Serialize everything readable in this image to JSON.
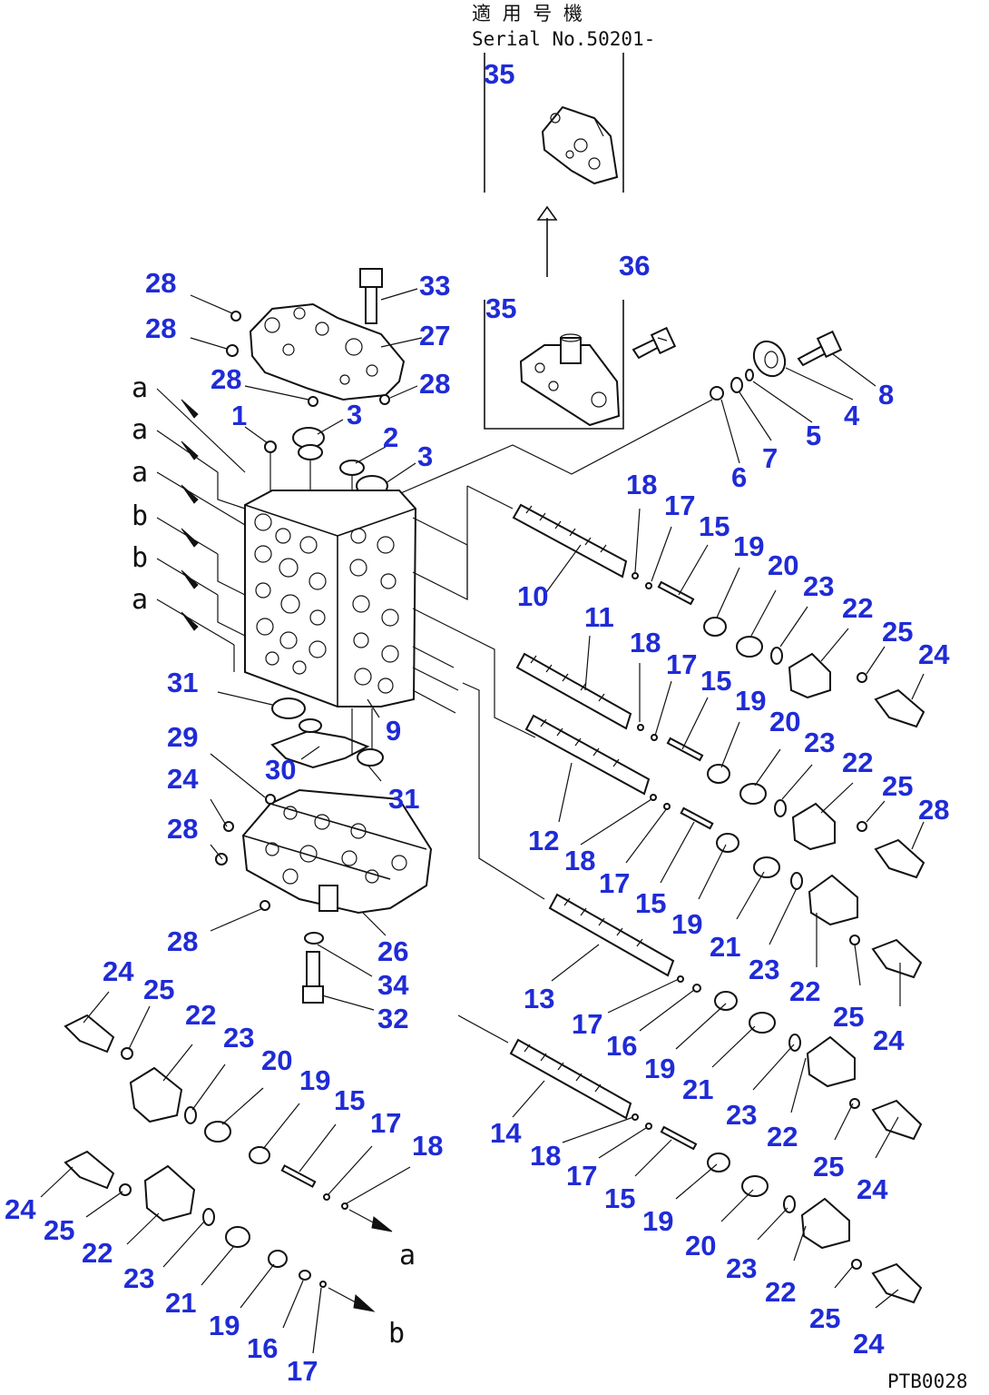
{
  "header": {
    "applicable_label": "適 用 号 機",
    "serial_label": "Serial No.50201-"
  },
  "footer": {
    "code": "PTB0028"
  },
  "section_letters": {
    "a": "a",
    "b": "b"
  },
  "callouts": [
    {
      "id": "c35t",
      "text": "35"
    },
    {
      "id": "c28a",
      "text": "28"
    },
    {
      "id": "c33",
      "text": "33"
    },
    {
      "id": "c35m",
      "text": "35"
    },
    {
      "id": "c36",
      "text": "36"
    },
    {
      "id": "c28b",
      "text": "28"
    },
    {
      "id": "c27",
      "text": "27"
    },
    {
      "id": "c8",
      "text": "8"
    },
    {
      "id": "c28c",
      "text": "28"
    },
    {
      "id": "c28d",
      "text": "28"
    },
    {
      "id": "c4",
      "text": "4"
    },
    {
      "id": "c1",
      "text": "1"
    },
    {
      "id": "c3a",
      "text": "3"
    },
    {
      "id": "c5",
      "text": "5"
    },
    {
      "id": "c2",
      "text": "2"
    },
    {
      "id": "c3b",
      "text": "3"
    },
    {
      "id": "c7",
      "text": "7"
    },
    {
      "id": "c6",
      "text": "6"
    },
    {
      "id": "c18a",
      "text": "18"
    },
    {
      "id": "c17a",
      "text": "17"
    },
    {
      "id": "c15a",
      "text": "15"
    },
    {
      "id": "c19a",
      "text": "19"
    },
    {
      "id": "c20a",
      "text": "20"
    },
    {
      "id": "c23a",
      "text": "23"
    },
    {
      "id": "c22a",
      "text": "22"
    },
    {
      "id": "c25a",
      "text": "25"
    },
    {
      "id": "c24a",
      "text": "24"
    },
    {
      "id": "c10",
      "text": "10"
    },
    {
      "id": "c11",
      "text": "11"
    },
    {
      "id": "c18b",
      "text": "18"
    },
    {
      "id": "c17b",
      "text": "17"
    },
    {
      "id": "c15b",
      "text": "15"
    },
    {
      "id": "c31a",
      "text": "31"
    },
    {
      "id": "c19b",
      "text": "19"
    },
    {
      "id": "c20b",
      "text": "20"
    },
    {
      "id": "c9",
      "text": "9"
    },
    {
      "id": "c29",
      "text": "29"
    },
    {
      "id": "c23b",
      "text": "23"
    },
    {
      "id": "c22b",
      "text": "22"
    },
    {
      "id": "c30",
      "text": "30"
    },
    {
      "id": "c31b",
      "text": "31"
    },
    {
      "id": "c25b",
      "text": "25"
    },
    {
      "id": "c24b",
      "text": "24"
    },
    {
      "id": "c28e",
      "text": "28"
    },
    {
      "id": "c28f",
      "text": "28"
    },
    {
      "id": "c12",
      "text": "12"
    },
    {
      "id": "c18c",
      "text": "18"
    },
    {
      "id": "c17c",
      "text": "17"
    },
    {
      "id": "c15c",
      "text": "15"
    },
    {
      "id": "c19c",
      "text": "19"
    },
    {
      "id": "c21a",
      "text": "21"
    },
    {
      "id": "c23c",
      "text": "23"
    },
    {
      "id": "c22c",
      "text": "22"
    },
    {
      "id": "c25c",
      "text": "25"
    },
    {
      "id": "c24c",
      "text": "24"
    },
    {
      "id": "c28g",
      "text": "28"
    },
    {
      "id": "c26",
      "text": "26"
    },
    {
      "id": "c34",
      "text": "34"
    },
    {
      "id": "c32",
      "text": "32"
    },
    {
      "id": "c13",
      "text": "13"
    },
    {
      "id": "c17d",
      "text": "17"
    },
    {
      "id": "c16a",
      "text": "16"
    },
    {
      "id": "c19d",
      "text": "19"
    },
    {
      "id": "c21b",
      "text": "21"
    },
    {
      "id": "c23d",
      "text": "23"
    },
    {
      "id": "c22d",
      "text": "22"
    },
    {
      "id": "c25d",
      "text": "25"
    },
    {
      "id": "c24d",
      "text": "24"
    },
    {
      "id": "c24e",
      "text": "24"
    },
    {
      "id": "c25e",
      "text": "25"
    },
    {
      "id": "c22e",
      "text": "22"
    },
    {
      "id": "c23e",
      "text": "23"
    },
    {
      "id": "c20c",
      "text": "20"
    },
    {
      "id": "c19e",
      "text": "19"
    },
    {
      "id": "c15d",
      "text": "15"
    },
    {
      "id": "c17e",
      "text": "17"
    },
    {
      "id": "c18d",
      "text": "18"
    },
    {
      "id": "c14",
      "text": "14"
    },
    {
      "id": "c18e",
      "text": "18"
    },
    {
      "id": "c17f",
      "text": "17"
    },
    {
      "id": "c15e",
      "text": "15"
    },
    {
      "id": "c19f",
      "text": "19"
    },
    {
      "id": "c20d",
      "text": "20"
    },
    {
      "id": "c23f",
      "text": "23"
    },
    {
      "id": "c22f",
      "text": "22"
    },
    {
      "id": "c25f",
      "text": "25"
    },
    {
      "id": "c24f",
      "text": "24"
    },
    {
      "id": "c24g",
      "text": "24"
    },
    {
      "id": "c25g",
      "text": "25"
    },
    {
      "id": "c22g",
      "text": "22"
    },
    {
      "id": "c23g",
      "text": "23"
    },
    {
      "id": "c21c",
      "text": "21"
    },
    {
      "id": "c19g",
      "text": "19"
    },
    {
      "id": "c16b",
      "text": "16"
    },
    {
      "id": "c17g",
      "text": "17"
    }
  ]
}
